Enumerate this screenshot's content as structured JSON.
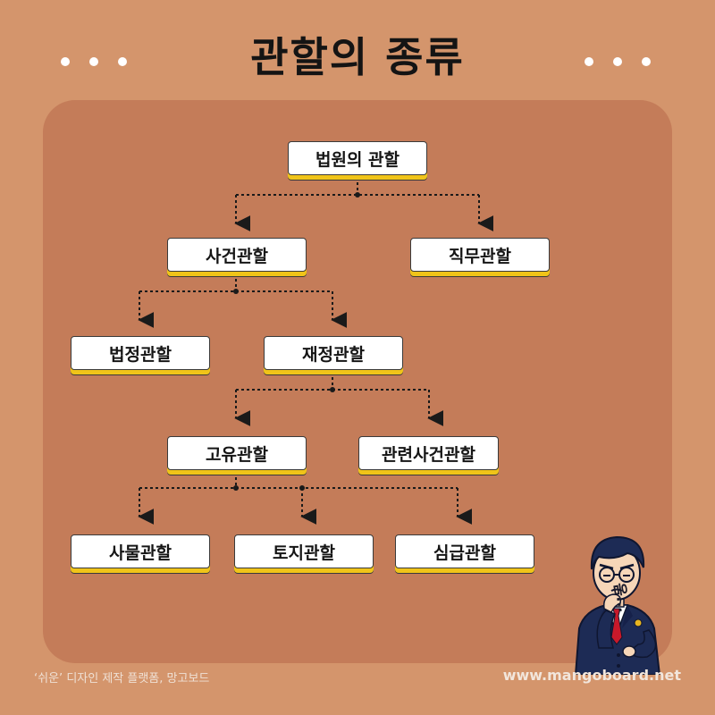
{
  "title": "관할의 종류",
  "nodes": {
    "court": "법원의 관할",
    "case": "사건관할",
    "duty": "직무관할",
    "statutory": "법정관할",
    "discretionary": "재정관할",
    "inherent": "고유관할",
    "related": "관련사건관할",
    "subject": "사물관할",
    "territorial": "토지관할",
    "instance": "심급관할"
  },
  "character": {
    "speech": "음..."
  },
  "footer": {
    "left": "‘쉬운’ 디자인 제작 플랫폼, 망고보드",
    "right": "www.mangoboard.net"
  },
  "colors": {
    "background": "#d4956c",
    "panel": "#c47c59",
    "node_accent": "#f0c419",
    "suit": "#1d2b55",
    "tie": "#c8192a"
  }
}
